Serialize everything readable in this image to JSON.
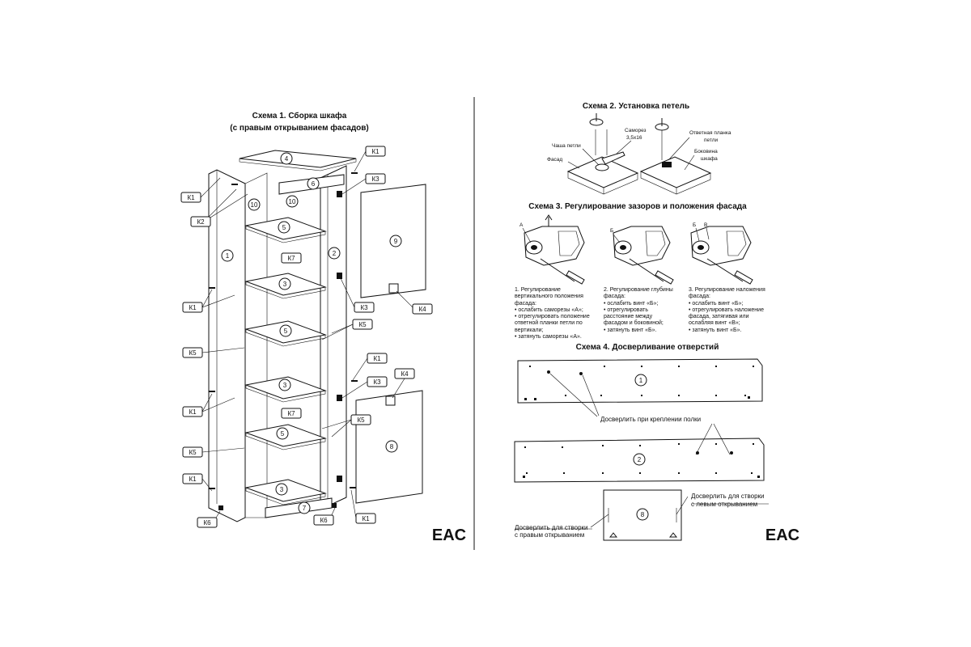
{
  "scheme1": {
    "title": "Схема 1. Сборка шкафа",
    "subtitle": "(с правым открыванием фасадов)",
    "parts": [
      "1",
      "2",
      "3",
      "4",
      "5",
      "6",
      "7",
      "8",
      "9",
      "10"
    ],
    "callouts": {
      "k1": "К1",
      "k2": "К2",
      "k3": "К3",
      "k4": "К4",
      "k5": "К5",
      "k6": "К6",
      "k7": "К7"
    }
  },
  "scheme2": {
    "title": "Схема 2. Установка петель",
    "labels": {
      "screw": "Саморез",
      "screw_size": "3,5х16",
      "hinge_cup": "Чаша петли",
      "facade": "Фасад",
      "plate": "Ответная планка",
      "plate2": "петли",
      "side": "Боковина",
      "side2": "шкафа"
    }
  },
  "scheme3": {
    "title": "Схема 3. Регулирование зазоров и положения фасада",
    "letters": {
      "a": "А",
      "b": "Б",
      "v": "В"
    },
    "steps": [
      [
        "1. Регулирование",
        "вертикального положения",
        "фасада:",
        "• ослабить саморезы «А»;",
        "• отрегулировать положение",
        "  ответной планки петли по",
        "  вертикали;",
        "• затянуть саморезы «А»."
      ],
      [
        "2. Регулирование  глубины",
        "фасада:",
        "• ослабить винт «Б»;",
        "• отрегулировать",
        "  расстояние между",
        "  фасадом и боковиной;",
        "• затянуть винт «Б»."
      ],
      [
        "3. Регулирование наложения",
        "фасада:",
        "• ослабить винт «Б»;",
        "• отрегулировать наложение",
        "  фасада, затягивая или",
        "  ослабляя винт «В»;",
        "• затянуть винт «Б»."
      ]
    ]
  },
  "scheme4": {
    "title": "Схема 4. Досверливание отверстий",
    "note_shelf": "Досверлить при креплении полки",
    "note_left_1": "Досверлить для створки",
    "note_left_2": "с левым открыванием",
    "note_right_1": "Досверлить для створки",
    "note_right_2": "с правым открыванием",
    "parts": [
      "1",
      "2",
      "8"
    ]
  },
  "mark": "EAC"
}
